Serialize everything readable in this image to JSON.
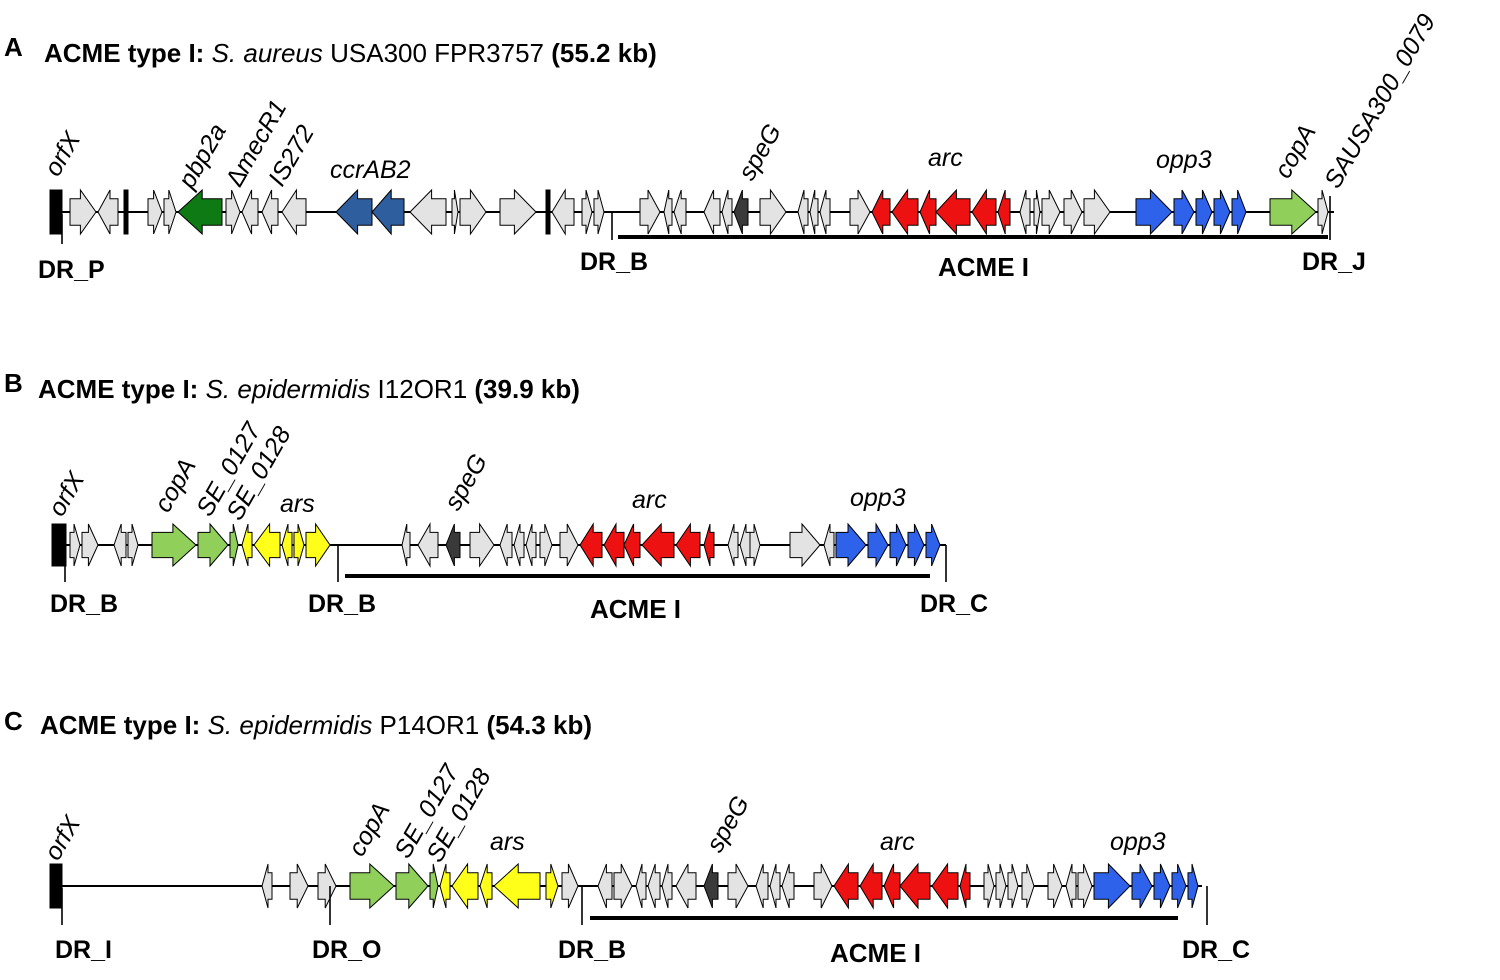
{
  "colors": {
    "grey": "#e3e3e3",
    "dark": "#3a3a3a",
    "black": "#000000",
    "green_dark": "#0d7a14",
    "navy": "#2f5e9e",
    "red": "#ee1111",
    "blue": "#2f62ea",
    "lime": "#8fcf5a",
    "yellow": "#ffff1a"
  },
  "panels": [
    {
      "letter": "A",
      "title": {
        "prefix": "ACME type I:",
        "species": "S. aureus",
        "strain": "USA300 FPR3757",
        "size": "(55.2 kb)"
      },
      "gene_labels": [
        "orfX",
        "pbp2a",
        "∆mecR1",
        "IS272",
        "ccrAB2",
        "speG",
        "arc",
        "opp3",
        "copA",
        "SAUSA300_0079"
      ],
      "direct_repeats": [
        "DR_P",
        "DR_B",
        "DR_J"
      ],
      "region_label": "ACME I"
    },
    {
      "letter": "B",
      "title": {
        "prefix": "ACME type I:",
        "species": "S. epidermidis",
        "strain": "I12OR1",
        "size": "(39.9 kb)"
      },
      "gene_labels": [
        "orfX",
        "copA",
        "SE_0127",
        "SE_0128",
        "ars",
        "speG",
        "arc",
        "opp3"
      ],
      "direct_repeats": [
        "DR_B",
        "DR_B",
        "DR_C"
      ],
      "region_label": "ACME I"
    },
    {
      "letter": "C",
      "title": {
        "prefix": "ACME type I:",
        "species": "S. epidermidis",
        "strain": "P14OR1",
        "size": "(54.3 kb)"
      },
      "gene_labels": [
        "orfX",
        "copA",
        "SE_0127",
        "SE_0128",
        "ars",
        "speG",
        "arc",
        "opp3"
      ],
      "direct_repeats": [
        "DR_I",
        "DR_O",
        "DR_B",
        "DR_C"
      ],
      "region_label": "ACME I"
    }
  ]
}
